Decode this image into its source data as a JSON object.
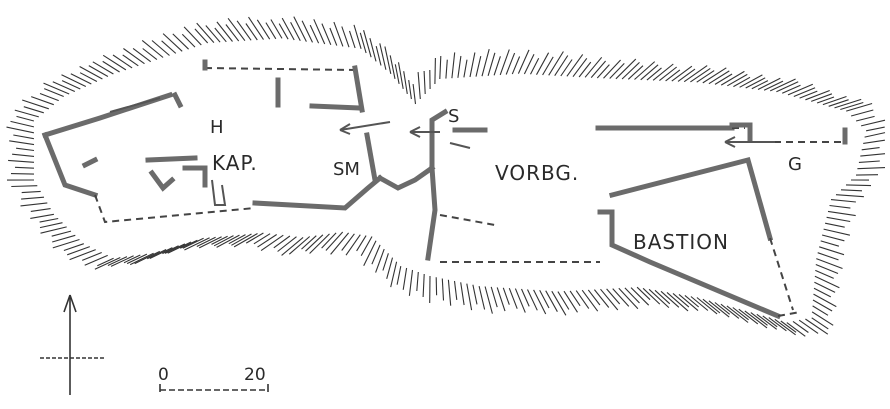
{
  "labels": {
    "h": "H",
    "kap": "KAP.",
    "sm": "SM",
    "s": "S",
    "vorbg": "VORBG.",
    "g": "G",
    "bastion": "BASTION"
  },
  "scale": {
    "zero": "0",
    "twenty": "20"
  },
  "colors": {
    "wall": "#6b6b6b",
    "ink": "#2a2a2a",
    "background": "#ffffff"
  },
  "icons": [
    "north-arrow-icon",
    "entrance-arrow-icon"
  ]
}
